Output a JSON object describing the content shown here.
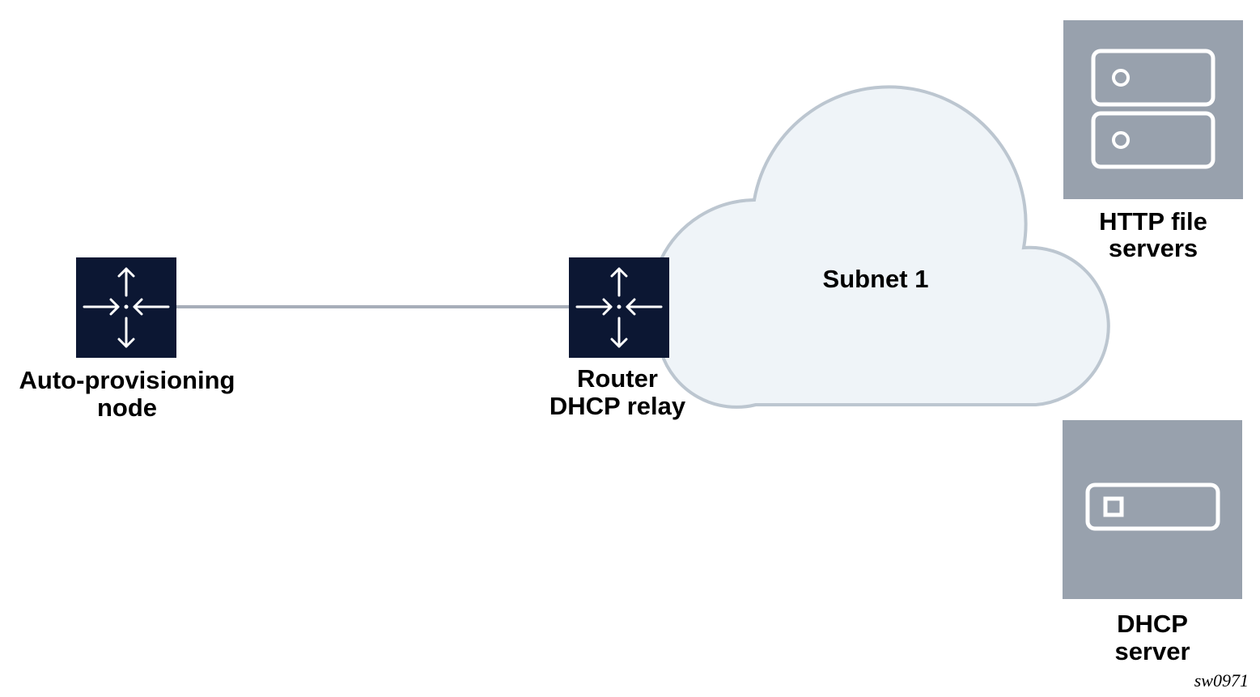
{
  "nodes": {
    "auto_provisioning_node": {
      "label_line1": "Auto-provisioning",
      "label_line2": "node",
      "icon": "router-icon"
    },
    "router": {
      "label_line1": "Router",
      "label_line2": "DHCP relay",
      "icon": "router-icon"
    },
    "subnet": {
      "label": "Subnet 1",
      "icon": "cloud-icon"
    },
    "http_servers": {
      "label_line1": "HTTP file",
      "label_line2": "servers",
      "icon": "server-stack-icon"
    },
    "dhcp_server": {
      "label_line1": "DHCP",
      "label_line2": "server",
      "icon": "server-icon"
    }
  },
  "figure_id": "sw0971",
  "colors": {
    "router_fill": "#0c1733",
    "link_stroke": "#a7aeb9",
    "cloud_fill": "#eff4f8",
    "cloud_stroke": "#bcc6d0",
    "server_fill": "#98a1ad"
  }
}
